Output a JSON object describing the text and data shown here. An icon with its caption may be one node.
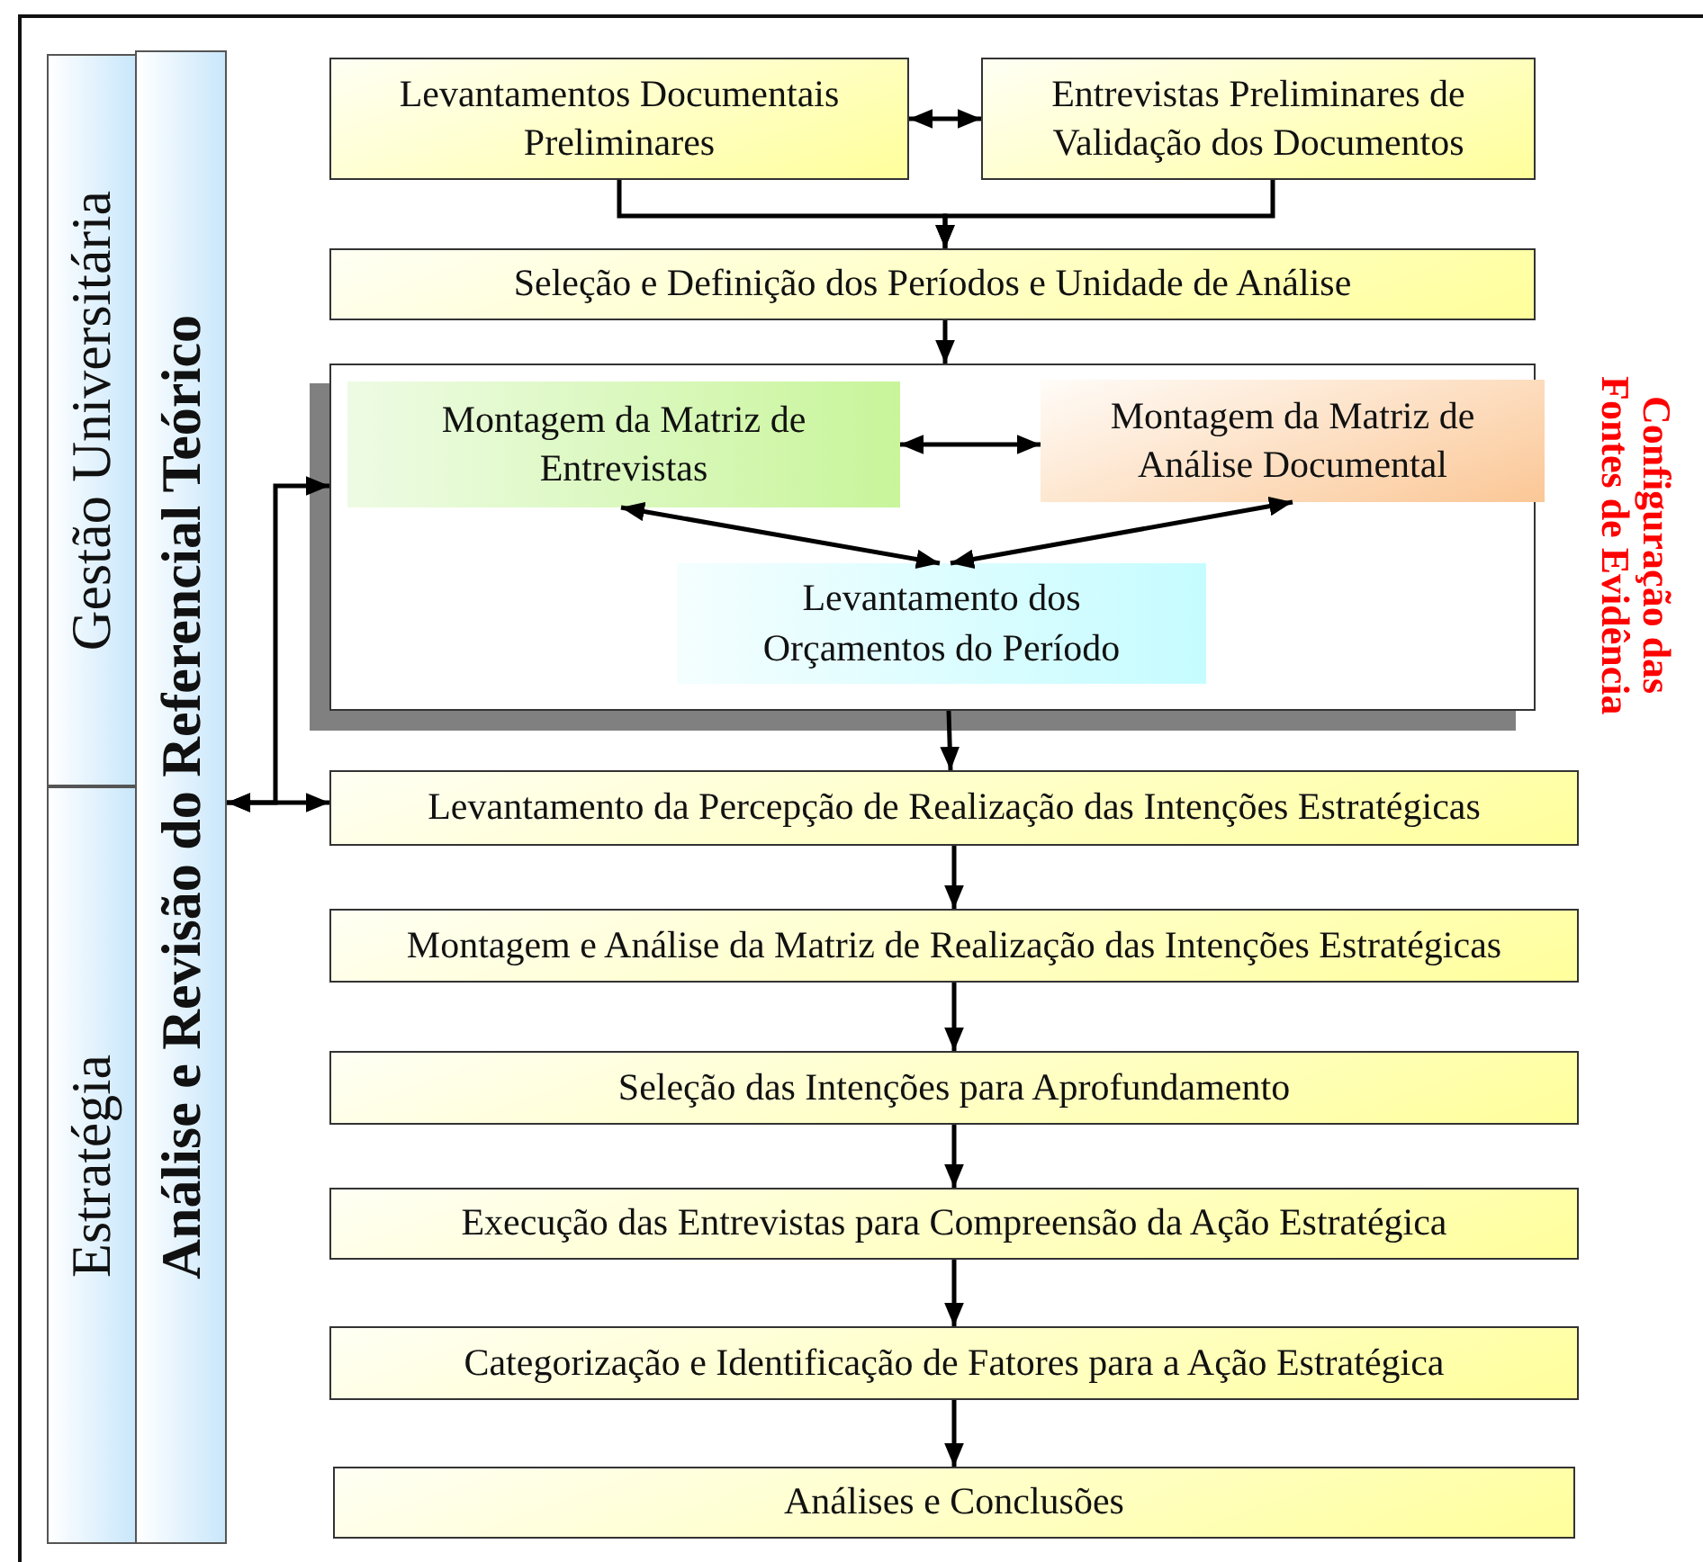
{
  "diagram": {
    "nodes": [
      {
        "text": [
          "Gestão Universitária"
        ]
      },
      {
        "text": [
          "Estratégia"
        ]
      },
      {
        "text": [
          "Análise e Revisão do Referencial Teórico"
        ]
      },
      {
        "text": [
          "Levantamentos Documentais Preliminares"
        ]
      },
      {
        "text": [
          "Entrevistas Preliminares de Validação dos Documentos"
        ]
      },
      {
        "text": [
          "Seleção e Definição dos Períodos e Unidade de Análise"
        ]
      },
      {
        "text": [],
        "shape": "box"
      },
      {
        "text": [
          "Montagem da Matriz de Entrevistas"
        ],
        "in": 6
      },
      {
        "text": [
          "Montagem da Matriz de Análise Documental"
        ],
        "in": 6
      },
      {
        "text": [
          "Levantamento dos Orçamentos do Período"
        ],
        "in": 6
      },
      {
        "text": [
          "Levantamento da Percepção de Realização das Intenções Estratégicas"
        ]
      },
      {
        "text": [
          "Montagem e Análise da Matriz de Realização das Intenções Estratégicas"
        ]
      },
      {
        "text": [
          "Seleção das Intenções para Aprofundamento"
        ]
      },
      {
        "text": [
          "Execução das Entrevistas para Compreensão da Ação Estratégica"
        ]
      },
      {
        "text": [
          "Categorização e Identificação de Fatores para a Ação Estratégica"
        ]
      },
      {
        "text": [
          "Análises e Conclusões"
        ]
      }
    ],
    "edges": [
      {
        "from": 3,
        "to": 4,
        "arrow": "both"
      },
      {
        "from": 3,
        "to": 5,
        "arrow": "to"
      },
      {
        "from": 4,
        "to": 5,
        "arrow": "to"
      },
      {
        "from": 5,
        "to": 6,
        "arrow": "to"
      },
      {
        "from": 7,
        "to": 8,
        "arrow": "both"
      },
      {
        "from": 7,
        "to": 9,
        "arrow": "both"
      },
      {
        "from": 9,
        "to": 8,
        "arrow": "both"
      },
      {
        "from": 6,
        "to": 10,
        "arrow": "to"
      },
      {
        "from": 2,
        "to": 6,
        "arrow": "both"
      },
      {
        "from": 2,
        "to": 10,
        "arrow": "both"
      },
      {
        "from": 10,
        "to": 11,
        "arrow": "to"
      },
      {
        "from": 11,
        "to": 12,
        "arrow": "to"
      },
      {
        "from": 12,
        "to": 13,
        "arrow": "to"
      },
      {
        "from": 13,
        "to": 14,
        "arrow": "to"
      },
      {
        "from": 14,
        "to": 15,
        "arrow": "to"
      }
    ],
    "labels": [
      "Configuração das Fontes de Evidência"
    ]
  }
}
